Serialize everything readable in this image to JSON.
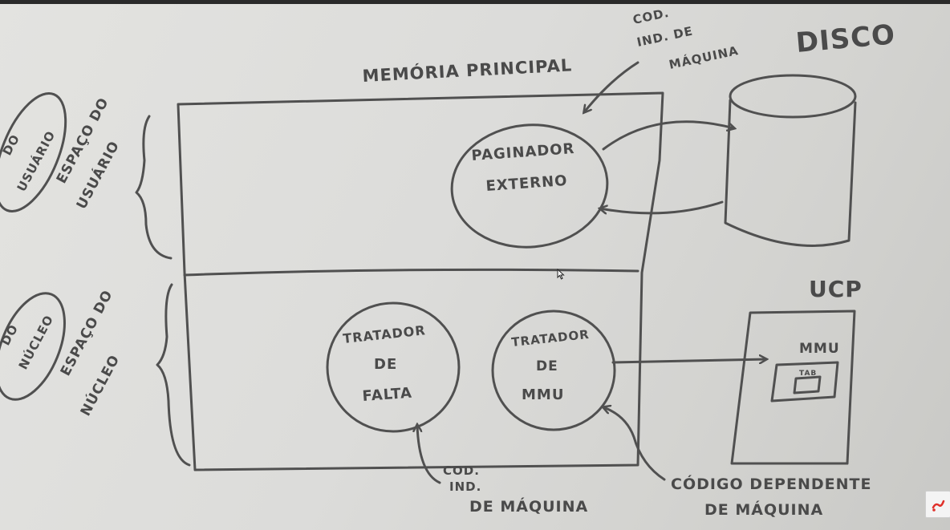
{
  "diagram": {
    "labels": {
      "memoria_principal": "MEMÓRIA PRINCIPAL",
      "disco": "DISCO",
      "ucp": "UCP",
      "mmu": "MMU",
      "tab": "TAB",
      "paginador_line1": "PAGINADOR",
      "paginador_line2": "EXTERNO",
      "tratador_falta_line1": "TRATADOR",
      "tratador_falta_line2": "DE",
      "tratador_falta_line3": "FALTA",
      "tratador_mmu_line1": "TRATADOR",
      "tratador_mmu_line2": "DE",
      "tratador_mmu_line3": "MMU",
      "espaco_usuario_line1": "ESPAÇO DO",
      "espaco_usuario_line2": "USUÁRIO",
      "espaco_nucleo_line1": "ESPAÇO DO",
      "espaco_nucleo_line2": "NÚCLEO",
      "left_usuario_line1": "DO",
      "left_usuario_line2": "USUÁRIO",
      "left_nucleo_line1": "DO",
      "left_nucleo_line2": "NÚCLEO",
      "cod_ind_top_line1": "COD.",
      "cod_ind_top_line2": "IND. DE",
      "cod_ind_top_line3": "MÁQUINA",
      "cod_ind_bottom_line1": "COD.",
      "cod_ind_bottom_line2": "IND.",
      "cod_ind_bottom_line3": "DE MÁQUINA",
      "codigo_dependente_line1": "CÓDIGO DEPENDENTE",
      "codigo_dependente_line2": "DE MÁQUINA"
    },
    "colors": {
      "ink": "#4a4a4a",
      "board": "#dcdcda",
      "logo_accent": "#e0302a"
    },
    "icons": [
      "cursor-icon",
      "logo-icon"
    ]
  }
}
